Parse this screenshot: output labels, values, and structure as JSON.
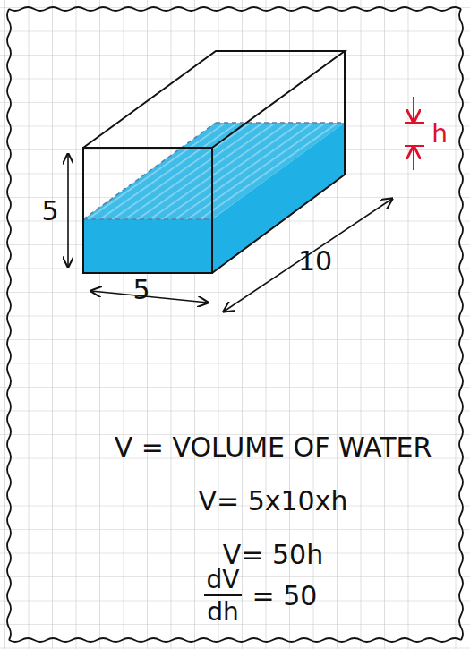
{
  "diagram": {
    "labels": [
      "5",
      "5",
      "10",
      "h",
      "V = VOLUME OF WATER",
      "V= 5x10xh",
      "V= 50h",
      "dV",
      "dh",
      "= 50"
    ]
  }
}
